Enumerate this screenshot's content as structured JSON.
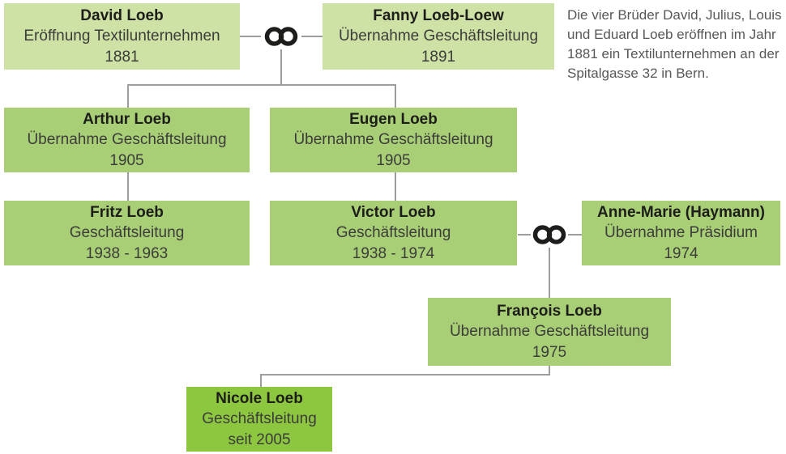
{
  "diagram": {
    "marriage_symbol": "∞",
    "note": "Die vier Brüder David, Julius, Louis und Eduard Loeb eröffnen im Jahr 1881 ein Textilunternehmen an der Spitalgasse 32 in Bern.",
    "colors": {
      "box_light": "#cfe2a5",
      "box_medium": "#a9cf76",
      "box_bright": "#8dc63f",
      "connector_gray": "#9d9d9c",
      "name_text": "#1d1d1b",
      "body_text": "#3c3c3b",
      "note_text": "#575756"
    },
    "nodes": [
      {
        "name": "David Loeb",
        "line1": "Eröffnung Textilunternehmen",
        "line2": "1881"
      },
      {
        "name": "Fanny Loeb-Loew",
        "line1": "Übernahme Geschäftsleitung",
        "line2": "1891"
      },
      {
        "name": "Arthur Loeb",
        "line1": "Übernahme Geschäftsleitung",
        "line2": "1905"
      },
      {
        "name": "Eugen Loeb",
        "line1": "Übernahme Geschäftsleitung",
        "line2": "1905"
      },
      {
        "name": "Fritz Loeb",
        "line1": "Geschäftsleitung",
        "line2": "1938 - 1963"
      },
      {
        "name": "Victor Loeb",
        "line1": "Geschäftsleitung",
        "line2": "1938 - 1974"
      },
      {
        "name": "Anne-Marie (Haymann)",
        "line1": "Übernahme Präsidium",
        "line2": "1974"
      },
      {
        "name": "François Loeb",
        "line1": "Übernahme Geschäftsleitung",
        "line2": "1975"
      },
      {
        "name": "Nicole Loeb",
        "line1": "Geschäftsleitung",
        "line2": "seit 2005"
      }
    ]
  }
}
